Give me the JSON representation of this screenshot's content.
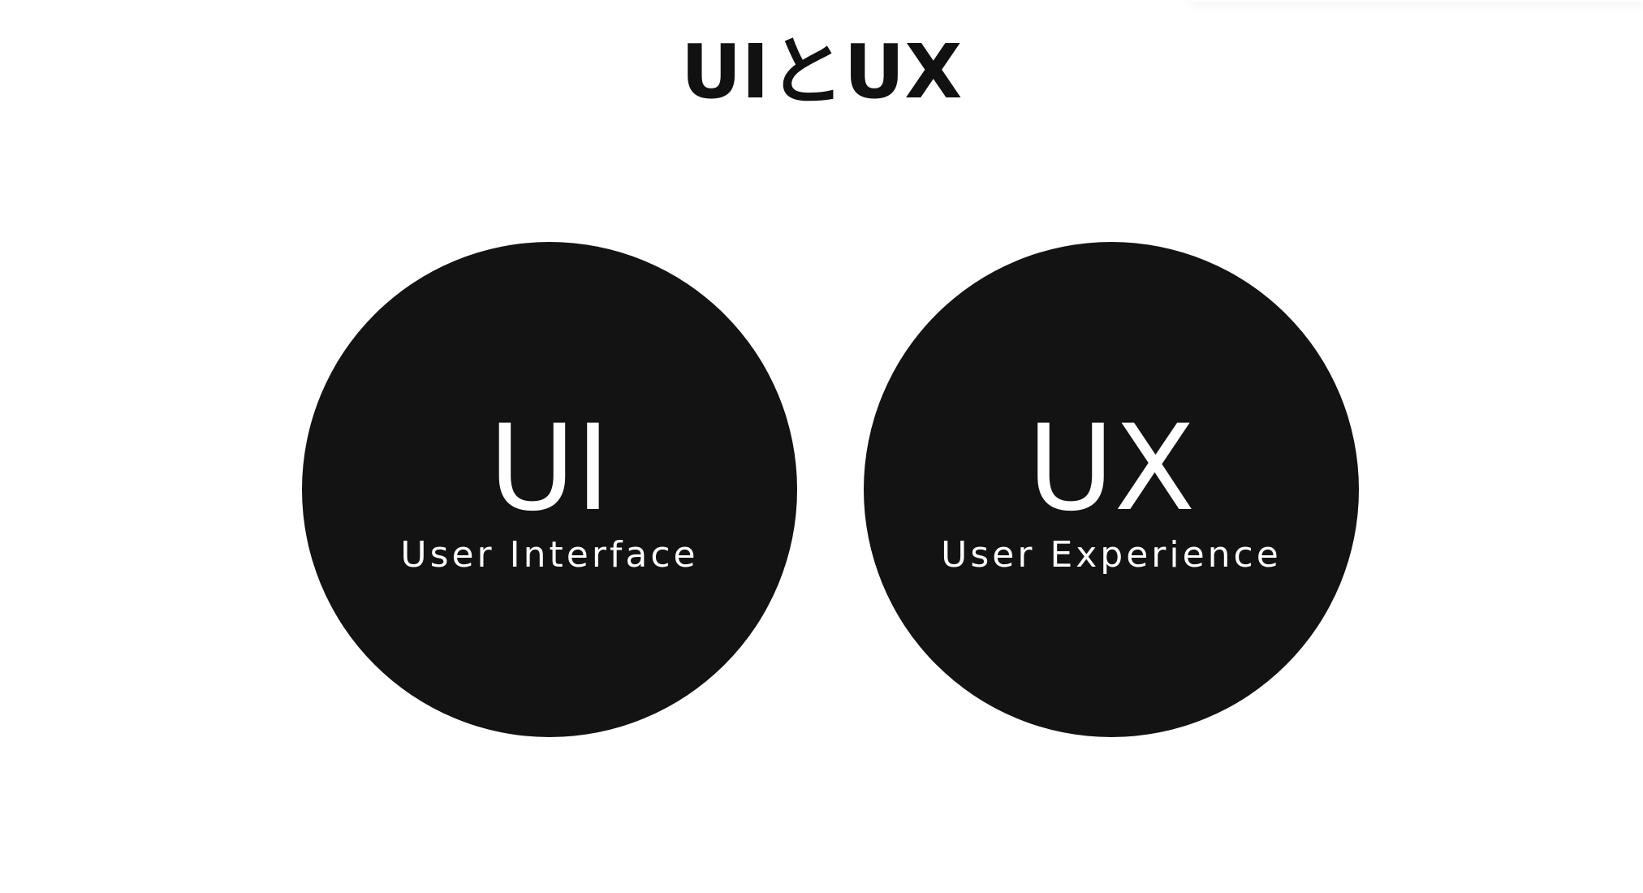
{
  "slide": {
    "title": "UIとUX",
    "circles": [
      {
        "abbr": "UI",
        "full": "User Interface"
      },
      {
        "abbr": "UX",
        "full": "User Experience"
      }
    ]
  },
  "colors": {
    "background": "#ffffff",
    "circle_fill": "#131313",
    "circle_text": "#ffffff",
    "title_text": "#111111"
  }
}
